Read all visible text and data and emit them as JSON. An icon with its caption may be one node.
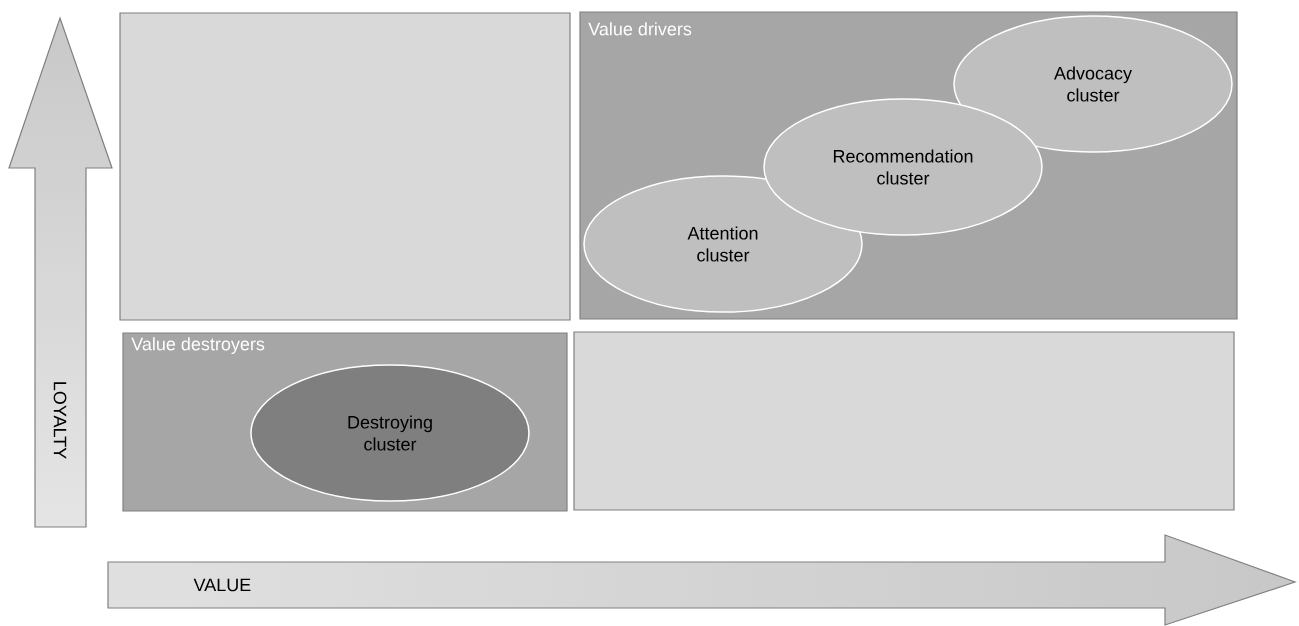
{
  "diagram": {
    "nodes": [
      {
        "text": [],
        "shape": "box"
      },
      {
        "text": [
          "Value drivers"
        ]
      },
      {
        "text": [
          "Advocacy cluster"
        ],
        "in": 1
      },
      {
        "text": [
          "Recommendation cluster"
        ],
        "in": 1
      },
      {
        "text": [
          "Attention cluster"
        ],
        "in": 1
      },
      {
        "text": [
          "Value destroyers"
        ]
      },
      {
        "text": [
          "Destroying cluster"
        ],
        "in": 5
      },
      {
        "text": [],
        "shape": "box"
      }
    ],
    "labels": [
      "LOYALTY",
      "VALUE"
    ]
  }
}
